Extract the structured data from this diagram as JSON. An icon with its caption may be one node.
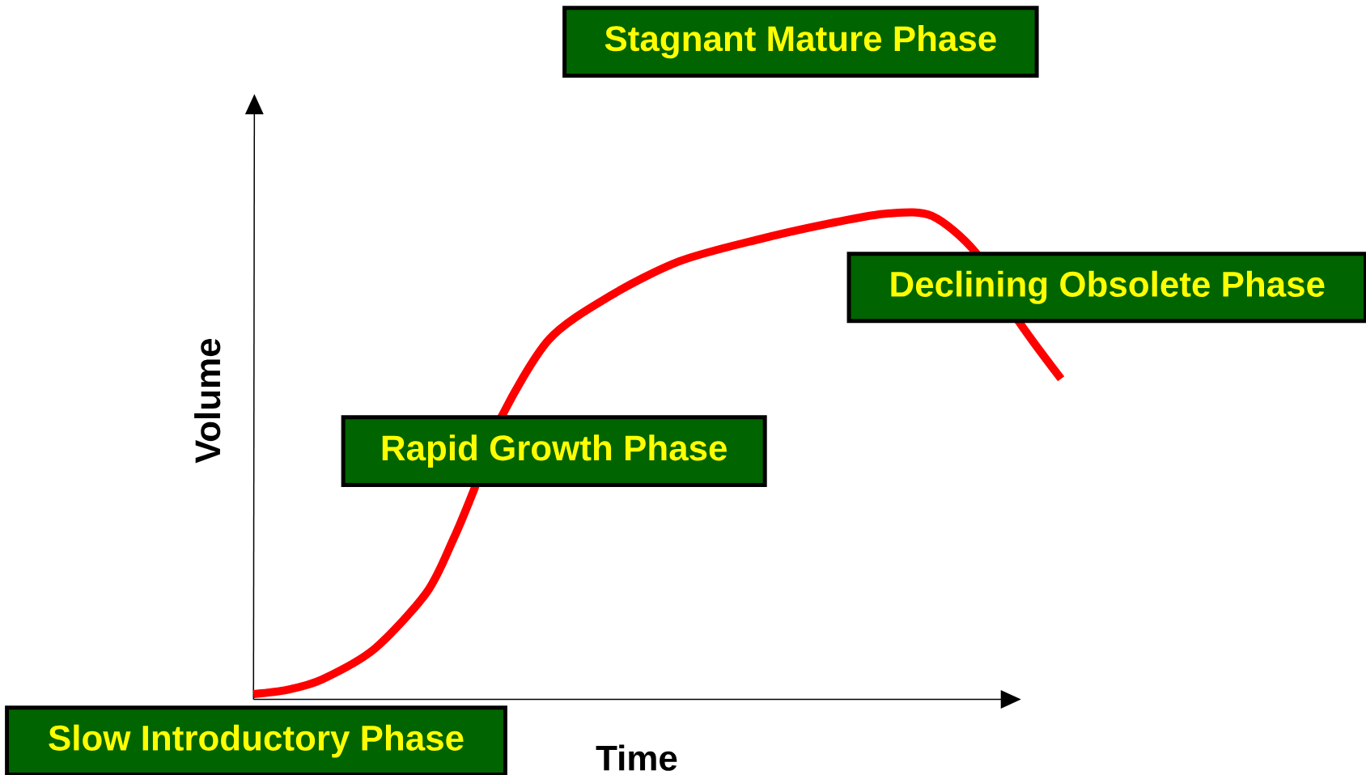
{
  "diagram": {
    "nodes": [
      {
        "text": [
          "Stagnant Mature Phase"
        ]
      },
      {
        "text": [
          "Declining Obsolete Phase"
        ]
      },
      {
        "text": [
          "Rapid Growth Phase"
        ]
      },
      {
        "text": [
          "Slow Introductory Phase"
        ]
      }
    ],
    "labels": [
      "Volume",
      "Time"
    ]
  }
}
